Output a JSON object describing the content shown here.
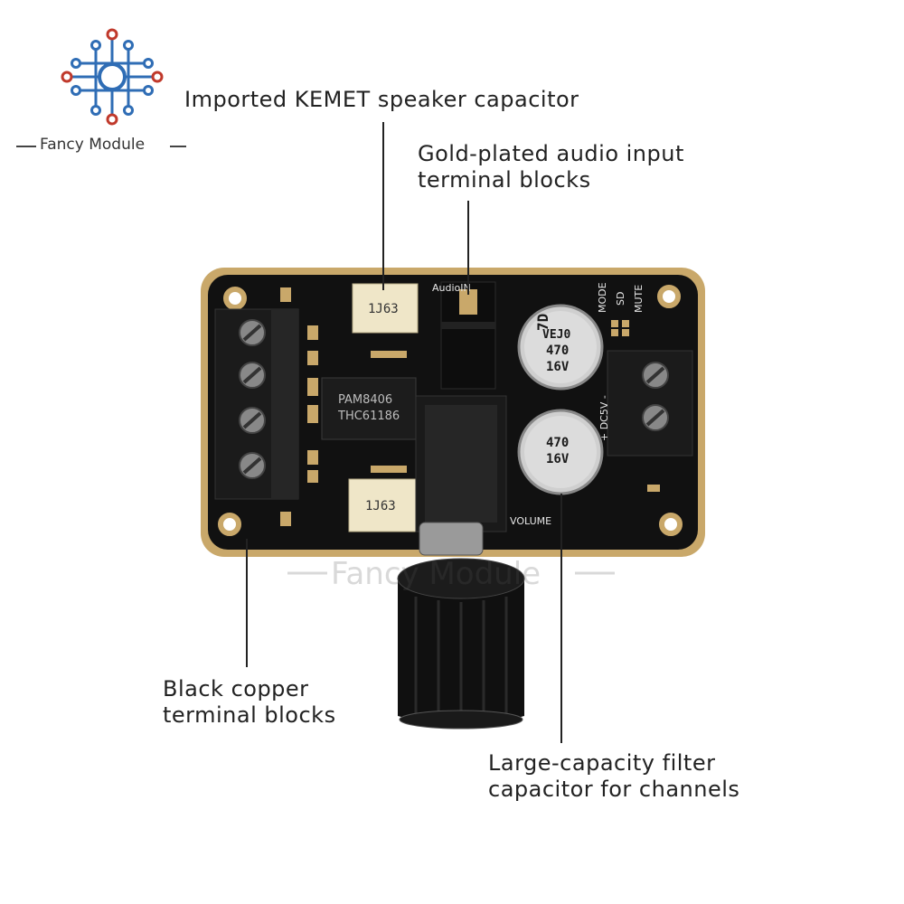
{
  "brand": {
    "name": "Fancy Module",
    "watermark": "Fancy Module"
  },
  "callouts": {
    "kemet": "Imported KEMET speaker capacitor",
    "audio_input_line1": "Gold-plated audio input",
    "audio_input_line2": "terminal blocks",
    "black_copper_line1": "Black copper",
    "black_copper_line2": "terminal blocks",
    "filter_cap_line1": "Large-capacity filter",
    "filter_cap_line2": "capacitor for channels"
  },
  "board": {
    "chip_line1": "PAM8406",
    "chip_line2": "THC61186",
    "cap_c1": [
      "7D",
      "VEJ0",
      "470",
      "16V"
    ],
    "kemet_label": "1J63",
    "silk_volume": "VOLUME",
    "silk_mode": "MODE",
    "silk_sd": "SD",
    "silk_mute": "MUTE",
    "silk_audio_in": "AudioIN",
    "silk_dc5v": "+ DC5V -"
  },
  "colors": {
    "pcb": "#111111",
    "gold": "#c9a86a",
    "terminal": "#1b1b1b",
    "kemet": "#efe6c8"
  }
}
